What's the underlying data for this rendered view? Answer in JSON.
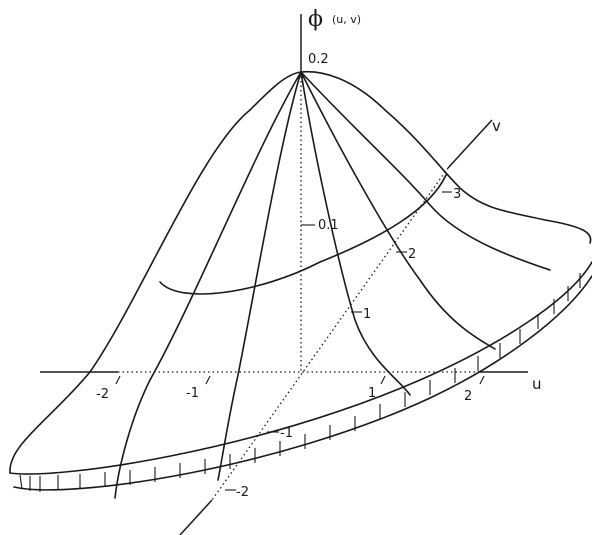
{
  "axes": {
    "z_symbol": "ϕ",
    "z_args": "(u, v)",
    "u_label": "u",
    "v_label": "v"
  },
  "z_ticks": [
    "0.2",
    "0.1"
  ],
  "u_ticks": [
    "-2",
    "-1",
    "1",
    "2"
  ],
  "v_ticks": [
    "3",
    "2",
    "1",
    "-1",
    "-2"
  ]
}
